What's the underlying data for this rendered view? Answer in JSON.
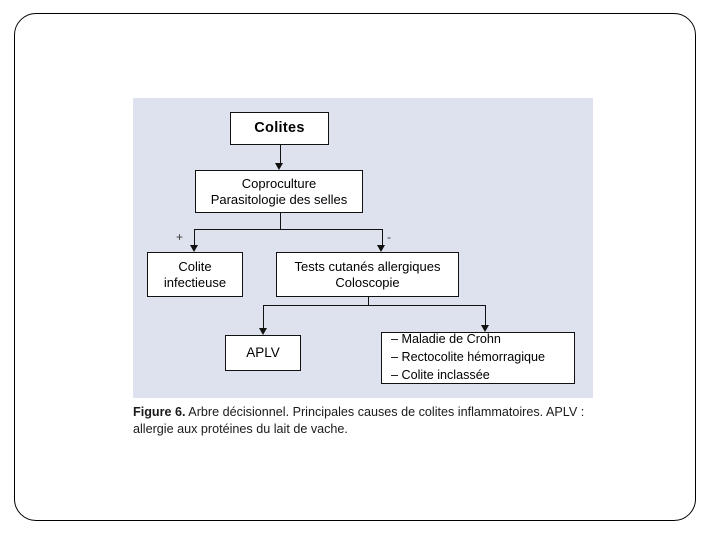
{
  "slide": {
    "background_color": "#ffffff",
    "frame_color": "#000000"
  },
  "figure": {
    "panel_color": "#dee2ee",
    "box_border_color": "#111111",
    "box_fill_color": "#ffffff",
    "nodes": {
      "root": {
        "name": "colites",
        "text": "Colites"
      },
      "workup": {
        "name": "coproculture",
        "line1": "Coproculture",
        "line2": "Parasitologie des selles"
      },
      "positive_branch": {
        "name": "colite-infectieuse",
        "line1": "Colite",
        "line2": "infectieuse"
      },
      "negative_branch": {
        "name": "tests-cutanes-coloscopie",
        "line1": "Tests cutanés allergiques",
        "line2": "Coloscopie"
      },
      "outcome_left": {
        "name": "aplv",
        "text": "APLV"
      },
      "outcome_right": {
        "name": "diagnoses-list",
        "items": [
          "– Maladie de Crohn",
          "– Rectocolite hémorragique",
          "– Colite inclassée"
        ]
      }
    },
    "branch_labels": {
      "positive": "+",
      "negative": "-"
    }
  },
  "caption": {
    "label": "Figure 6.",
    "text": " Arbre décisionnel. Principales causes de colites inflammatoires. APLV : allergie aux protéines du lait de vache."
  }
}
